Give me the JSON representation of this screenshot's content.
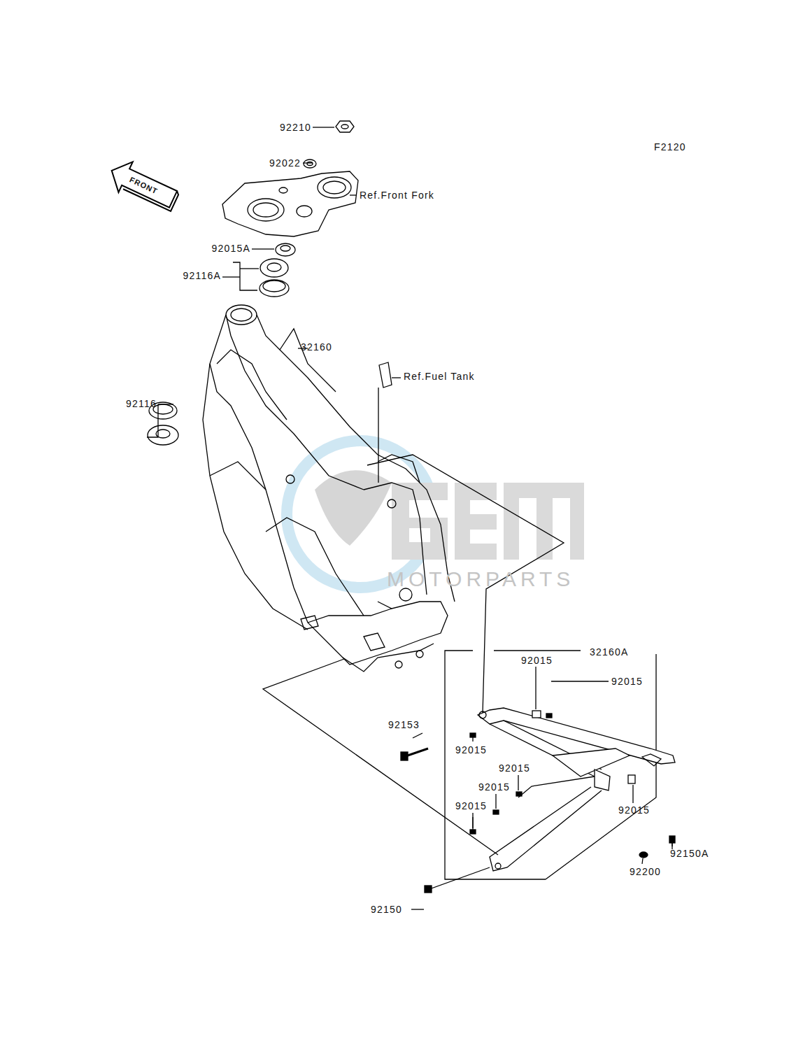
{
  "diagram": {
    "labels": [
      "F2120",
      "92210",
      "92022",
      "Ref.Front Fork",
      "92015A",
      "92116A",
      "32160",
      "Ref.Fuel Tank",
      "92116",
      "FRONT",
      "32160A",
      "92015",
      "92015",
      "92153",
      "92015",
      "92015",
      "92015",
      "92015",
      "92015",
      "92150A",
      "92200",
      "92150",
      "MOTORPARTS"
    ]
  }
}
